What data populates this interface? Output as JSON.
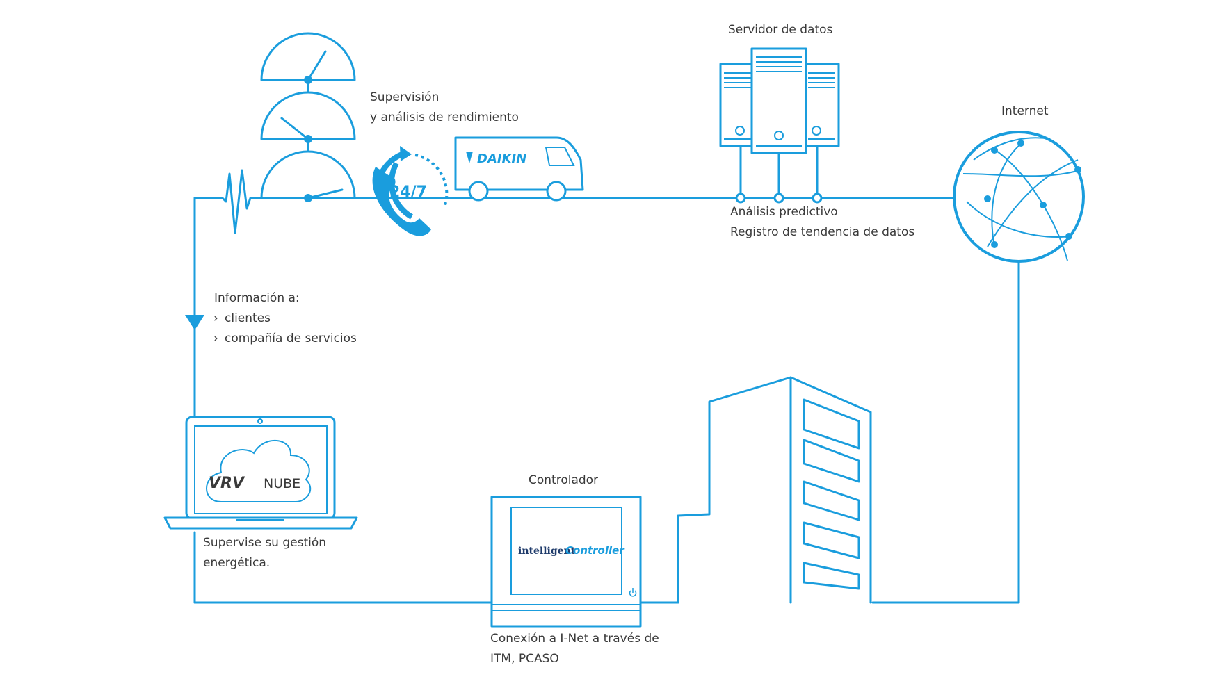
{
  "colors": {
    "line": "#1a9ddd",
    "text": "#3a3a3a",
    "background": "#ffffff"
  },
  "labels": {
    "monitoring_title": "Supervisión",
    "monitoring_sub": "y análisis de rendimiento",
    "support_hours": "24/7",
    "van_brand": "DAIKIN",
    "server_title": "Servidor de datos",
    "server_line1": "Análisis predictivo",
    "server_line2": "Registro de tendencia de datos",
    "internet": "Internet",
    "info_title": "Información a:",
    "info_item1": "clientes",
    "info_item2": "compañía de servicios",
    "bullet": "›",
    "laptop_logo_vrv": "VRV",
    "laptop_logo_nube": "NUBE",
    "laptop_caption1": "Supervise su gestión",
    "laptop_caption2": "energética.",
    "controller_title": "Controlador",
    "controller_logo1": "intelligent",
    "controller_logo2": "Controller",
    "controller_caption1": "Conexión a I-Net a través de",
    "controller_caption2": "ITM, PCASO"
  },
  "icons": [
    "pulse-icon",
    "gauge-icon",
    "phone-24-7-icon",
    "service-van-icon",
    "server-icon",
    "globe-icon",
    "arrow-down-icon",
    "laptop-icon",
    "cloud-icon",
    "controller-panel-icon",
    "power-icon",
    "building-icon"
  ]
}
